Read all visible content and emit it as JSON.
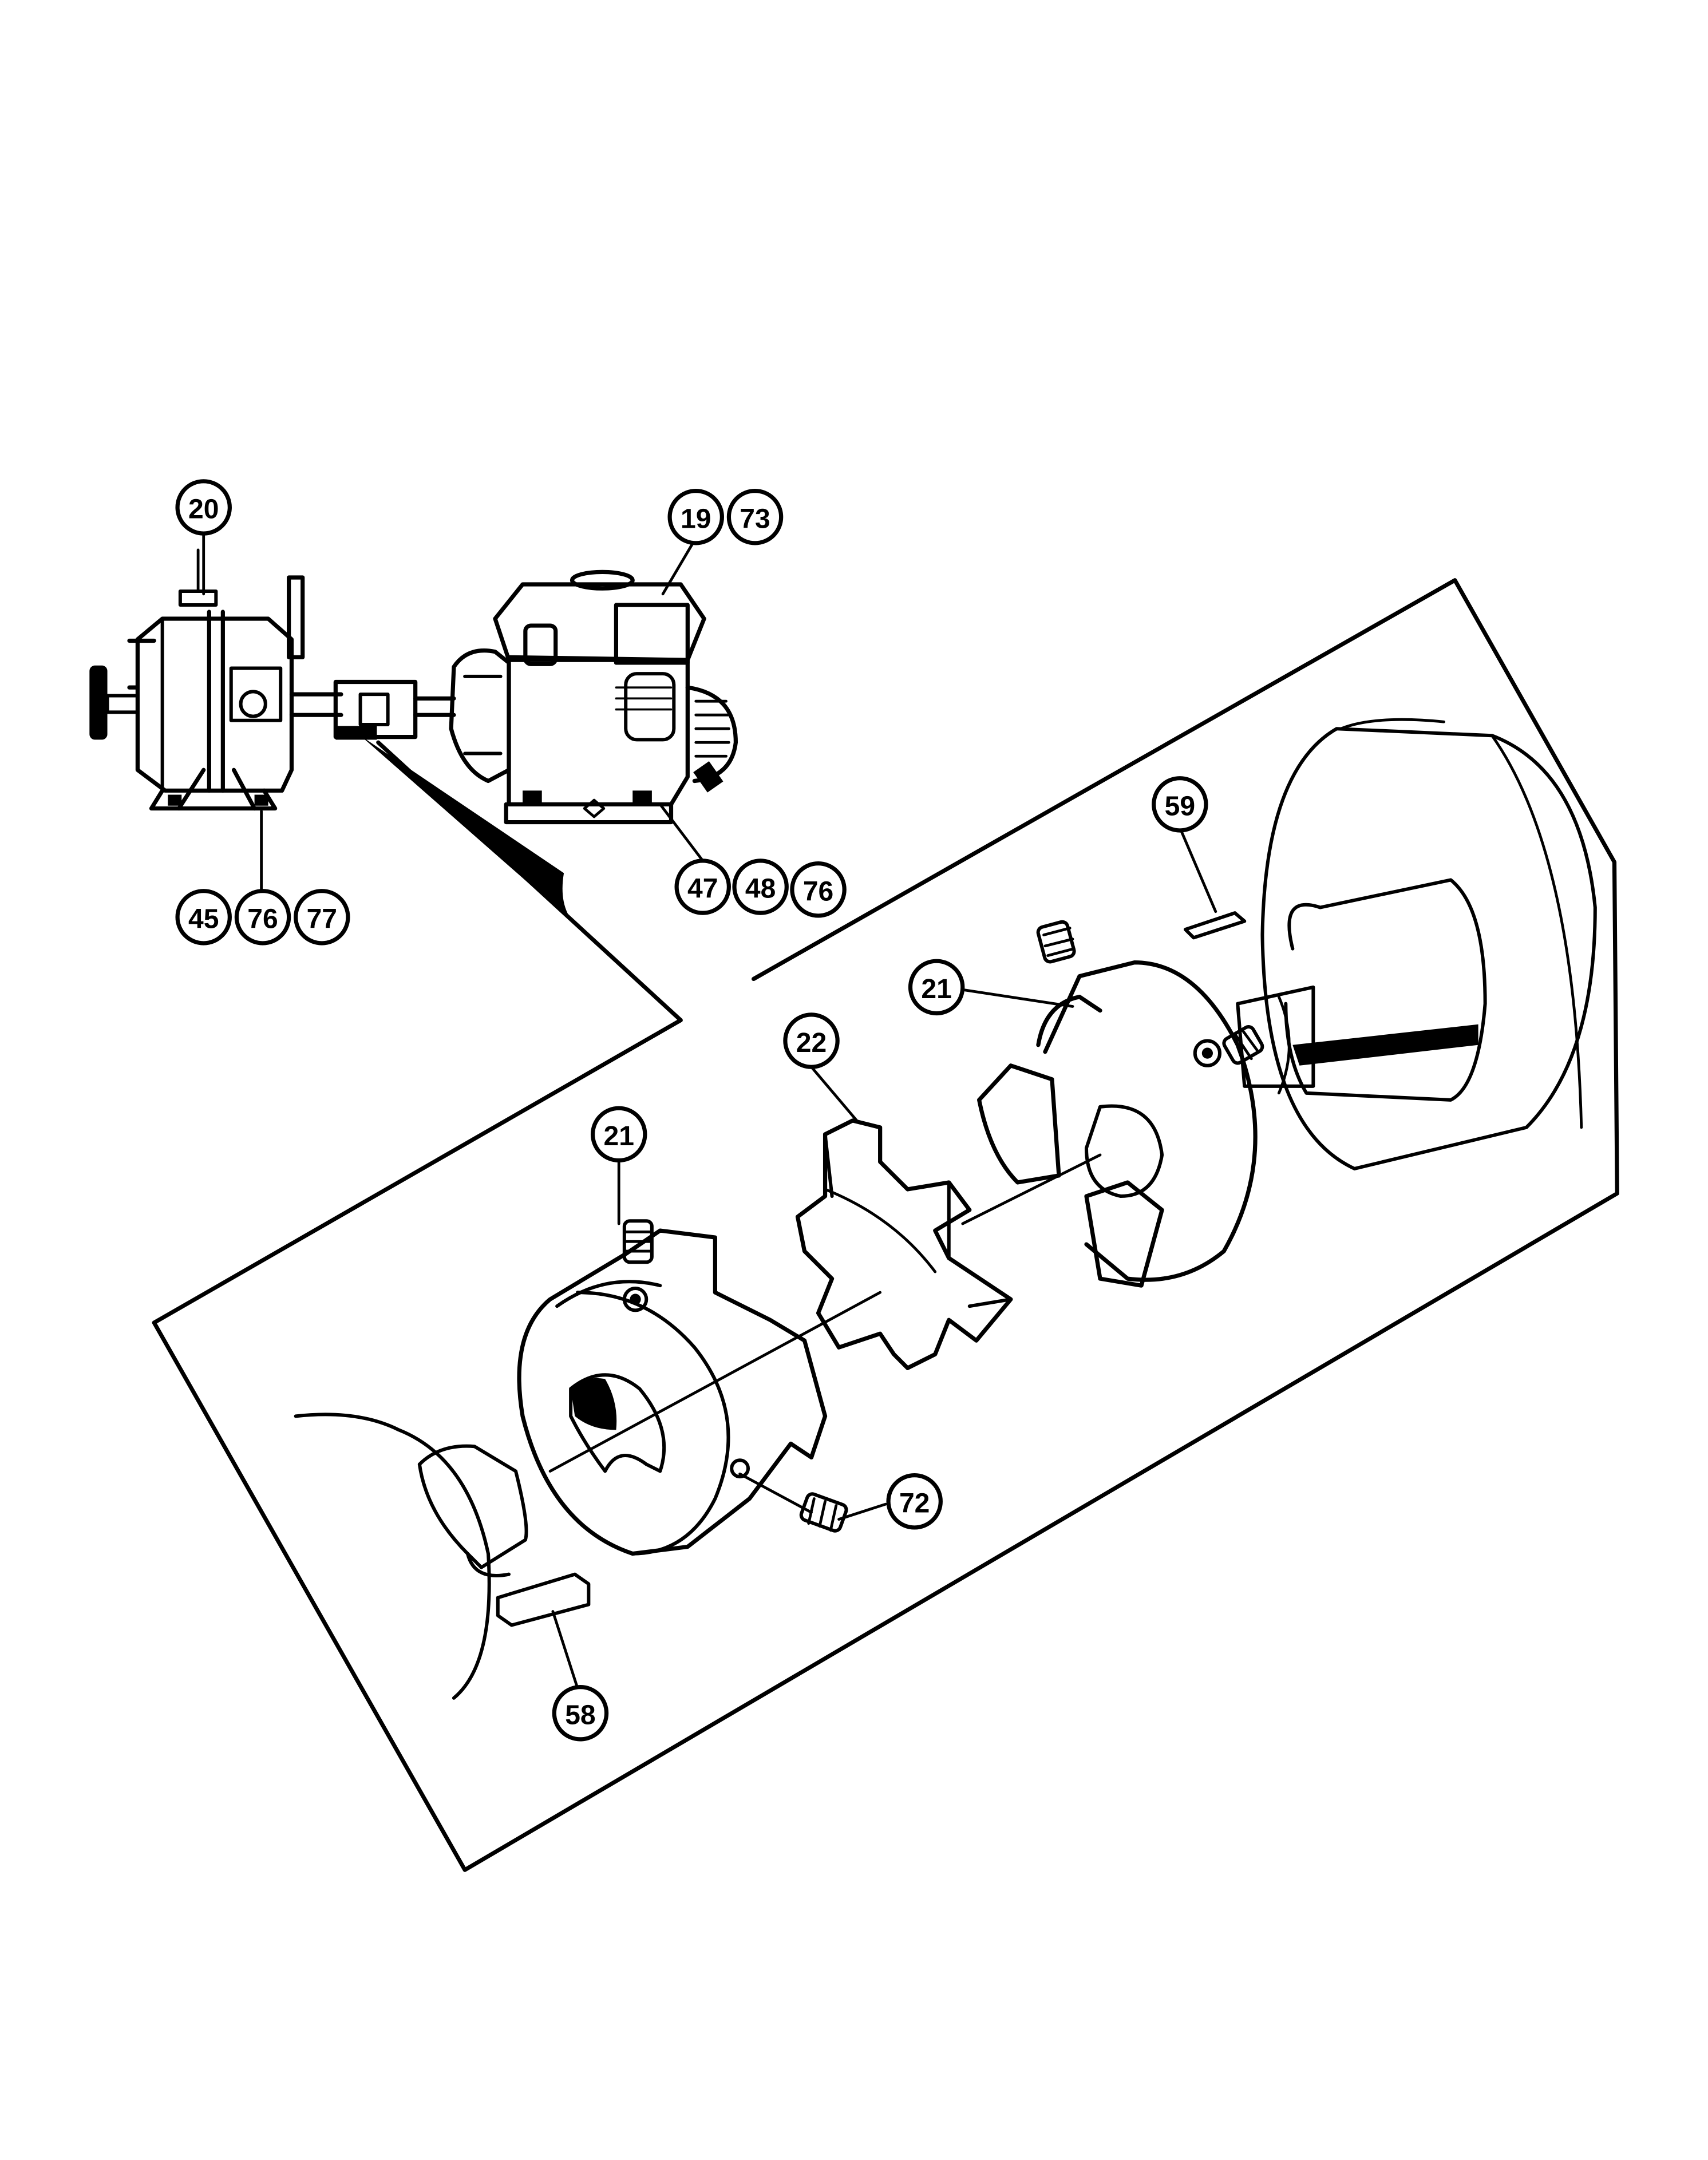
{
  "callouts": {
    "c20": "20",
    "c19": "19",
    "c73": "73",
    "c47": "47",
    "c48": "48",
    "c76a": "76",
    "c45": "45",
    "c76b": "76",
    "c77": "77",
    "c59": "59",
    "c21a": "21",
    "c22": "22",
    "c21b": "21",
    "c72": "72",
    "c58": "58"
  },
  "colors": {
    "ink": "#000000",
    "paper": "#ffffff"
  }
}
